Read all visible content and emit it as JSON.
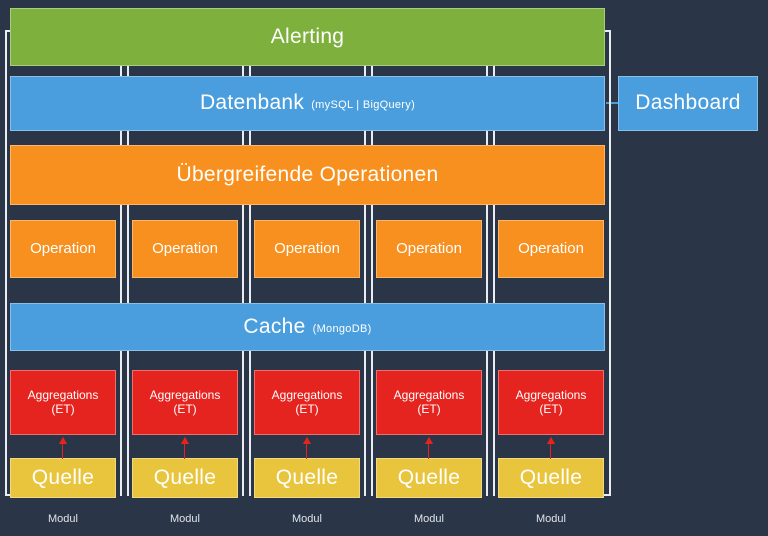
{
  "diagram": {
    "background_color": "#2b3548",
    "colors": {
      "green": "#7db03c",
      "blue": "#4a9ede",
      "orange": "#f7901e",
      "red": "#e5231f",
      "yellow": "#e8c53c",
      "line": "#e9ecf1",
      "arrow": "#e5231f",
      "text": "#ffffff"
    },
    "layers": [
      {
        "id": "alerting",
        "label": "Alerting",
        "sublabel": "",
        "color": "green"
      },
      {
        "id": "datenbank",
        "label": "Datenbank",
        "sublabel": "(mySQL | BigQuery)",
        "color": "blue"
      },
      {
        "id": "uebergreifende",
        "label": "Übergreifende Operationen",
        "sublabel": "",
        "color": "orange"
      },
      {
        "id": "cache",
        "label": "Cache",
        "sublabel": "(MongoDB)",
        "color": "blue"
      }
    ],
    "side": {
      "dashboard_label": "Dashboard"
    },
    "module_label": "Modul",
    "modules": [
      {
        "index": 1,
        "operation": "Operation",
        "aggregation_line1": "Aggregations",
        "aggregation_line2": "(ET)",
        "quelle": "Quelle",
        "modul": "Modul"
      },
      {
        "index": 2,
        "operation": "Operation",
        "aggregation_line1": "Aggregations",
        "aggregation_line2": "(ET)",
        "quelle": "Quelle",
        "modul": "Modul"
      },
      {
        "index": 3,
        "operation": "Operation",
        "aggregation_line1": "Aggregations",
        "aggregation_line2": "(ET)",
        "quelle": "Quelle",
        "modul": "Modul"
      },
      {
        "index": 4,
        "operation": "Operation",
        "aggregation_line1": "Aggregations",
        "aggregation_line2": "(ET)",
        "quelle": "Quelle",
        "modul": "Modul"
      },
      {
        "index": 5,
        "operation": "Operation",
        "aggregation_line1": "Aggregations",
        "aggregation_line2": "(ET)",
        "quelle": "Quelle",
        "modul": "Modul"
      }
    ]
  }
}
